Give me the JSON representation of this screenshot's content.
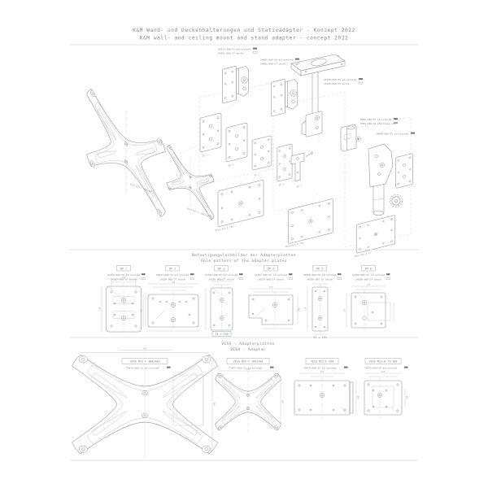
{
  "title": {
    "de": "K&M Wand- und Deckenhalterungen und Stativadapter - Konzept 2022",
    "en": "K&M wall- and ceiling mount and stand adapter - concept 2022"
  },
  "colors": {
    "line": "#8d9093",
    "dim": "#bcbfc1",
    "text": "#84878a",
    "dash": "#d4d6d8",
    "swatch_structured": "#6f7275",
    "swatch_white": "#ffffff"
  },
  "exploded": {
    "part_labels": [
      {
        "l1": "24471-000-55  structured",
        "l2": "24471-000-57  white"
      },
      {
        "l1": "24481-000-55  structured",
        "l2": "24481-000-57  white"
      },
      {
        "l1": "24196-000-55  structured",
        "l2": "24196-000-57  white"
      },
      {
        "l1": "M785-238-55  structured",
        "l2": "M785-238-74  stainless stl"
      },
      {
        "l1": "19640-000-55  structured"
      }
    ],
    "iso_labels": [
      "VESA MIS-F 400x400",
      "VESA MIS-F 200x200",
      "DP 1",
      "DP 2",
      "DP 3",
      "DP 4",
      "DP 5",
      "VESA MIS-E 200",
      "VESA MIS-D 100",
      "VESA MIS-D 75"
    ]
  },
  "hole_patterns": {
    "heading_de": "Befestigungslochbilder der Adapterplatten",
    "heading_en": "Hole pattern of the adapter plates",
    "plates": [
      {
        "tag": "DP 1",
        "p1": "24352-000-55  structured",
        "p2": "24352-000-57  white",
        "w": "100",
        "h": "130"
      },
      {
        "tag": "DP 2",
        "p1": "24354-000-55  structured",
        "p2": "24354-000-57  white",
        "w": "180",
        "h": "100"
      },
      {
        "tag": "DP 3",
        "p1": "24356-000-55  structured",
        "p2": "24356-000-57  white",
        "w": "75",
        "h": "150",
        "note": "75 x 150"
      },
      {
        "tag": "DP 4",
        "p1": "24357-000-55  structured",
        "p2": "24357-000-57  white",
        "w": "160",
        "h": "100"
      },
      {
        "tag": "DP 5",
        "p1": "24358-000-55  structured",
        "p2": "24358-000-57  white",
        "w": "50",
        "h": "150",
        "note": "50 x 150"
      },
      {
        "tag": "DP 6",
        "p1": "24359-000-55  structured",
        "p2": "24359-000-57  white",
        "w": "120",
        "h": "120"
      }
    ]
  },
  "vesa": {
    "heading_de": "VESA - Adapterplatten",
    "heading_en": "VESA - Adapter",
    "plates": [
      {
        "tag": "VESA MIS-F 400x400",
        "part": "79478-000-55  structured",
        "w": "400",
        "h": "400"
      },
      {
        "tag": "VESA MIS-F 200x200",
        "part": "79477-000-55  structured",
        "w": "200",
        "h": "200"
      },
      {
        "tag": "VESA MIS-E 200",
        "part": "79476-000-55  structured",
        "w": "200",
        "h": "100"
      },
      {
        "tag": "VESA MIS-D 75/100",
        "part": "79475-000-55  structured",
        "w": "100",
        "h": "100"
      }
    ]
  }
}
